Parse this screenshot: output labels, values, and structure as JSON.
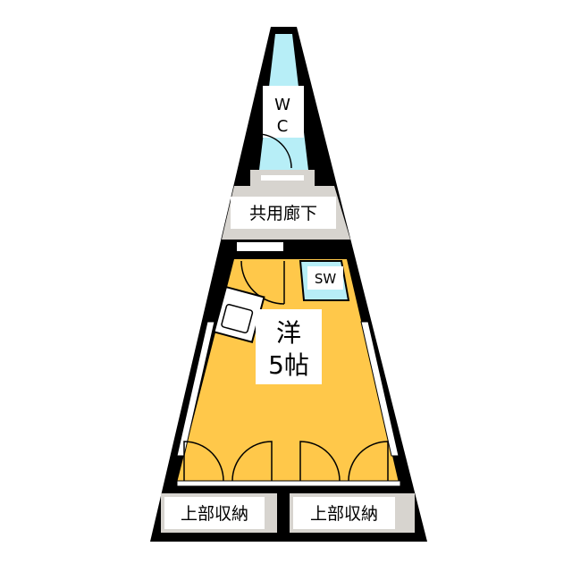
{
  "rooms": {
    "wc": {
      "line1": "W",
      "line2": "C"
    },
    "corridor": {
      "label": "共用廊下"
    },
    "shoe": {
      "label": "SW"
    },
    "western": {
      "line1": "洋",
      "line2": "5帖"
    },
    "storage_left": {
      "label": "上部収納"
    },
    "storage_right": {
      "label": "上部収納"
    }
  },
  "colors": {
    "wall": "#000000",
    "floor_western": "#FFC84A",
    "floor_wet": "#B7EEF7",
    "floor_gray": "#D7D4CF",
    "label_bg": "#FFFFFF"
  }
}
